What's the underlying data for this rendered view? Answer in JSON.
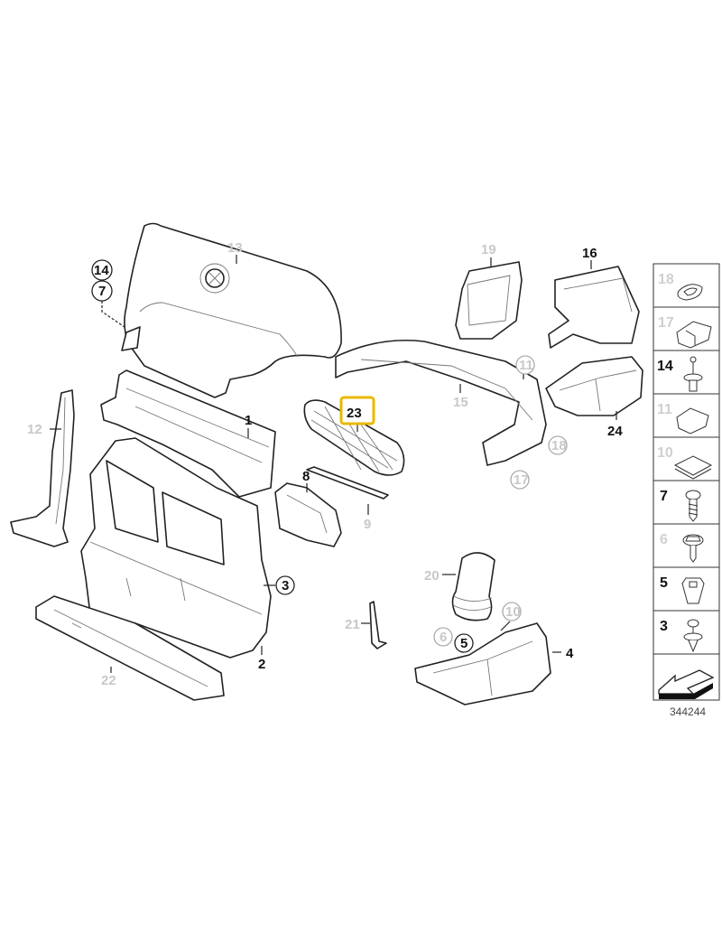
{
  "diagram": {
    "highlight_color": "#e8b800",
    "selected_part": "23",
    "callouts": {
      "p13": "13",
      "p14": "14",
      "p7": "7",
      "p12": "12",
      "p1": "1",
      "p8": "8",
      "p9": "9",
      "p23": "23",
      "p19": "19",
      "p16": "16",
      "p15": "15",
      "p11": "11",
      "p24": "24",
      "p18": "18",
      "p17": "17",
      "p3": "3",
      "p2": "2",
      "p22": "22",
      "p20": "20",
      "p21": "21",
      "p10": "10",
      "p6": "6",
      "p5": "5",
      "p4": "4"
    },
    "legend": [
      {
        "num": "18",
        "active": false,
        "icon": "wire-grommet"
      },
      {
        "num": "17",
        "active": false,
        "icon": "spring-clip"
      },
      {
        "num": "14",
        "active": true,
        "icon": "expanding-rivet"
      },
      {
        "num": "11",
        "active": false,
        "icon": "clip-nut"
      },
      {
        "num": "10",
        "active": false,
        "icon": "speed-nut"
      },
      {
        "num": "7",
        "active": true,
        "icon": "screw"
      },
      {
        "num": "6",
        "active": false,
        "icon": "hex-flange-screw"
      },
      {
        "num": "5",
        "active": true,
        "icon": "plastic-nut"
      },
      {
        "num": "3",
        "active": true,
        "icon": "push-rivet"
      }
    ],
    "diagram_number": "344244"
  }
}
